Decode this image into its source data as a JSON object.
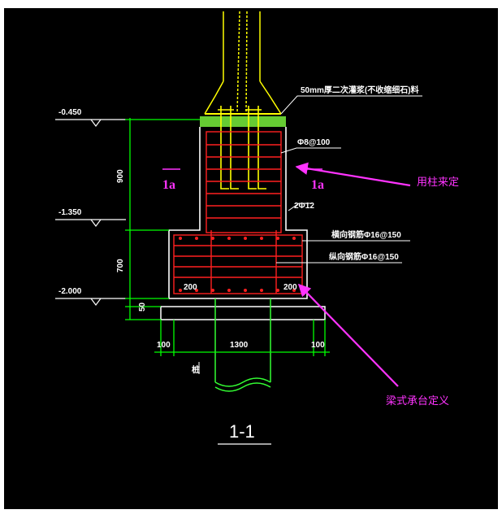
{
  "drawing": {
    "section_title": "1-1",
    "colors": {
      "background": "#000000",
      "outline": "#ffffff",
      "dimension": "#00ff00",
      "rebar": "#ff2020",
      "column_steel": "#ffff00",
      "grout": "#66cc33",
      "annotation": "#ff33ff",
      "pile": "#33ff33"
    }
  },
  "elevations": [
    {
      "id": "elev-top",
      "text": "-0.450"
    },
    {
      "id": "elev-mid",
      "text": "-1.350"
    },
    {
      "id": "elev-bot",
      "text": "-2.000"
    }
  ],
  "dimensions": {
    "vertical": [
      {
        "id": "dim-v-upper",
        "text": "900"
      },
      {
        "id": "dim-v-lower",
        "text": "700"
      },
      {
        "id": "dim-v-cushion",
        "text": "50"
      }
    ],
    "horizontal": [
      {
        "id": "dim-h-left",
        "text": "100"
      },
      {
        "id": "dim-h-mid",
        "text": "1300"
      },
      {
        "id": "dim-h-right",
        "text": "100"
      }
    ],
    "cover_left": "200",
    "cover_right": "200",
    "side_marks": [
      "1a",
      "1a"
    ]
  },
  "notes": {
    "grout_note": "50mm厚二次灌浆(不收缩细石)料",
    "stirrup_note": "Φ8@100",
    "side_bar_note": "2Φ12",
    "rebar_note_1": "横向钢筋Φ16@150",
    "rebar_note_2": "纵向钢筋Φ16@150",
    "pile_label": "桩"
  },
  "annotations": {
    "column_callout": "用柱来定",
    "cap_callout": "梁式承台定义"
  }
}
